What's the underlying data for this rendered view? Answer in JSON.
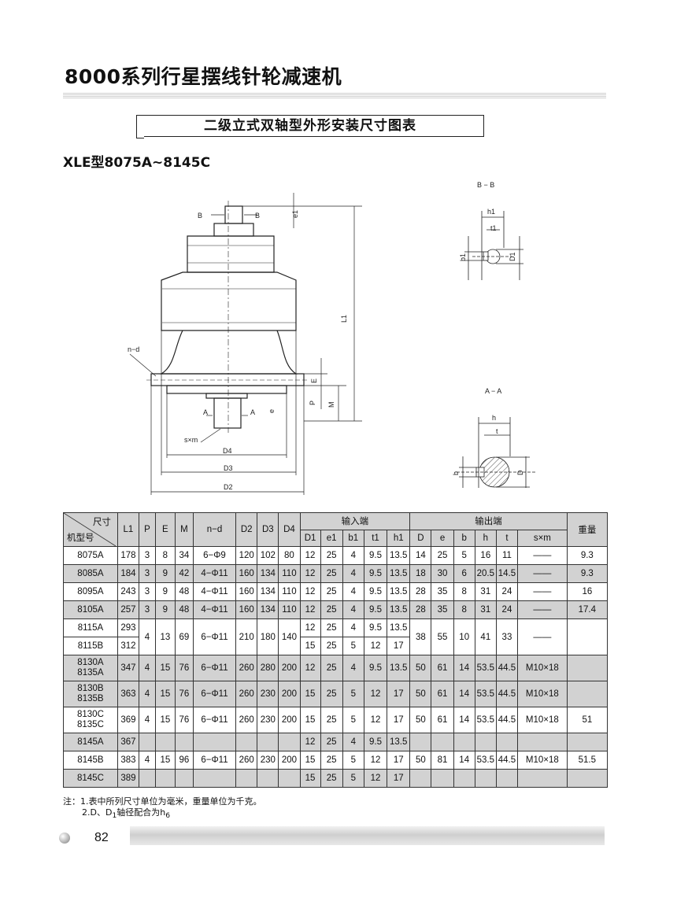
{
  "header": {
    "title": "8000系列行星摆线针轮减速机",
    "caption": "二级立式双轴型外形安装尺寸图表",
    "subtitle": "XLE型8075A~8145C"
  },
  "drawing": {
    "labels": {
      "bb": "B − B",
      "aa": "A − A",
      "b_left": "B",
      "b_right": "B",
      "a_left": "A",
      "a_right": "A",
      "e1": "e1",
      "L1": "L1",
      "nd": "n−d",
      "E": "E",
      "P": "P",
      "M": "M",
      "e": "e",
      "sxm": "s×m",
      "D4": "D4",
      "D3": "D3",
      "D2": "D2",
      "h1": "h1",
      "t1": "t1",
      "b1": "b1",
      "D1": "D1",
      "h": "h",
      "t": "t",
      "b": "b",
      "D": "D"
    }
  },
  "table": {
    "corner_top": "尺寸",
    "corner_bottom": "机型号",
    "headers": [
      "L1",
      "P",
      "E",
      "M",
      "n−d",
      "D2",
      "D3",
      "D4"
    ],
    "input_group": "输入端",
    "output_group": "输出端",
    "weight": "重量",
    "input_cols": [
      "D1",
      "e1",
      "b1",
      "t1",
      "h1"
    ],
    "output_cols": [
      "D",
      "e",
      "b",
      "h",
      "t",
      "s×m"
    ],
    "rows": [
      {
        "model": "8075A",
        "L1": "178",
        "P": "3",
        "E": "8",
        "M": "34",
        "nd": "6−Φ9",
        "D2": "120",
        "D3": "102",
        "D4": "80",
        "D1": "12",
        "e1": "25",
        "b1": "4",
        "t1": "9.5",
        "h1": "13.5",
        "D": "14",
        "e": "25",
        "b": "5",
        "h": "16",
        "t": "11",
        "sxm": "——",
        "w": "9.3"
      },
      {
        "model": "8085A",
        "L1": "184",
        "P": "3",
        "E": "9",
        "M": "42",
        "nd": "4−Φ11",
        "D2": "160",
        "D3": "134",
        "D4": "110",
        "D1": "12",
        "e1": "25",
        "b1": "4",
        "t1": "9.5",
        "h1": "13.5",
        "D": "18",
        "e": "30",
        "b": "6",
        "h": "20.5",
        "t": "14.5",
        "sxm": "——",
        "w": "9.3"
      },
      {
        "model": "8095A",
        "L1": "243",
        "P": "3",
        "E": "9",
        "M": "48",
        "nd": "4−Φ11",
        "D2": "160",
        "D3": "134",
        "D4": "110",
        "D1": "12",
        "e1": "25",
        "b1": "4",
        "t1": "9.5",
        "h1": "13.5",
        "D": "28",
        "e": "35",
        "b": "8",
        "h": "31",
        "t": "24",
        "sxm": "——",
        "w": "16"
      },
      {
        "model": "8105A",
        "L1": "257",
        "P": "3",
        "E": "9",
        "M": "48",
        "nd": "4−Φ11",
        "D2": "160",
        "D3": "134",
        "D4": "110",
        "D1": "12",
        "e1": "25",
        "b1": "4",
        "t1": "9.5",
        "h1": "13.5",
        "D": "28",
        "e": "35",
        "b": "8",
        "h": "31",
        "t": "24",
        "sxm": "——",
        "w": "17.4"
      }
    ],
    "r8115": {
      "modelA": "8115A",
      "modelB": "8115B",
      "L1A": "293",
      "L1B": "312",
      "P": "4",
      "E": "13",
      "M": "69",
      "nd": "6−Φ11",
      "D2": "210",
      "D3": "180",
      "D4": "140",
      "D1A": "12",
      "e1A": "25",
      "b1A": "4",
      "t1A": "9.5",
      "h1A": "13.5",
      "D1B": "15",
      "e1B": "25",
      "b1B": "5",
      "t1B": "12",
      "h1B": "17",
      "D": "38",
      "e": "55",
      "b": "10",
      "h": "41",
      "t": "33",
      "sxm": "——",
      "w": ""
    },
    "rows2": [
      {
        "model": "8130A\n8135A",
        "L1": "347",
        "P": "4",
        "E": "15",
        "M": "76",
        "nd": "6−Φ11",
        "D2": "260",
        "D3": "280",
        "D4": "200",
        "D1": "12",
        "e1": "25",
        "b1": "4",
        "t1": "9.5",
        "h1": "13.5",
        "D": "50",
        "e": "61",
        "b": "14",
        "h": "53.5",
        "t": "44.5",
        "sxm": "M10×18",
        "w": ""
      },
      {
        "model": "8130B\n8135B",
        "L1": "363",
        "P": "4",
        "E": "15",
        "M": "76",
        "nd": "6−Φ11",
        "D2": "260",
        "D3": "230",
        "D4": "200",
        "D1": "15",
        "e1": "25",
        "b1": "5",
        "t1": "12",
        "h1": "17",
        "D": "50",
        "e": "61",
        "b": "14",
        "h": "53.5",
        "t": "44.5",
        "sxm": "M10×18",
        "w": ""
      },
      {
        "model": "8130C\n8135C",
        "L1": "369",
        "P": "4",
        "E": "15",
        "M": "76",
        "nd": "6−Φ11",
        "D2": "260",
        "D3": "230",
        "D4": "200",
        "D1": "15",
        "e1": "25",
        "b1": "5",
        "t1": "12",
        "h1": "17",
        "D": "50",
        "e": "61",
        "b": "14",
        "h": "53.5",
        "t": "44.5",
        "sxm": "M10×18",
        "w": "51"
      }
    ],
    "r8145": {
      "modelA": "8145A",
      "modelB": "8145B",
      "modelC": "8145C",
      "L1A": "367",
      "L1B": "383",
      "L1C": "389",
      "P": "4",
      "E": "15",
      "M": "96",
      "nd": "6−Φ11",
      "D2": "260",
      "D3": "230",
      "D4": "200",
      "inA": [
        "12",
        "25",
        "4",
        "9.5",
        "13.5"
      ],
      "inB": [
        "15",
        "25",
        "5",
        "12",
        "17"
      ],
      "inC": [
        "15",
        "25",
        "5",
        "12",
        "17"
      ],
      "D": "50",
      "e": "81",
      "b": "14",
      "h": "53.5",
      "t": "44.5",
      "sxm": "M10×18",
      "w": "51.5"
    }
  },
  "notes": {
    "line1": "注：1.表中所列尺寸单位为毫米，重量单位为千克。",
    "line2_prefix": "2.D、D",
    "line2_sub1": "1",
    "line2_mid": "轴径配合为h",
    "line2_sub2": "6"
  },
  "footer": {
    "page": "82"
  }
}
